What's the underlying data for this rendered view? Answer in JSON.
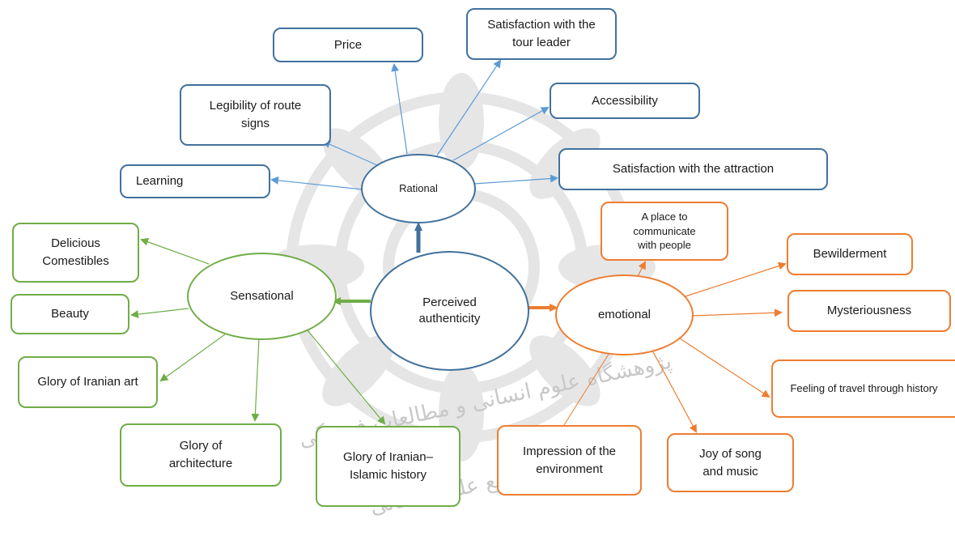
{
  "center": {
    "label": "Perceived authenticity"
  },
  "categories": {
    "rational": "Rational",
    "sensational": "Sensational",
    "emotional": "emotional"
  },
  "rational_items": {
    "price": "Price",
    "tour_leader": "Satisfaction with the tour leader",
    "accessibility": "Accessibility",
    "route_signs": "Legibility of route signs",
    "learning": "Learning",
    "attraction": "Satisfaction with the attraction"
  },
  "sensational_items": {
    "comestibles": "Delicious Comestibles",
    "beauty": "Beauty",
    "iranian_art": "Glory of Iranian art",
    "architecture": "Glory of architecture",
    "islamic_history": "Glory of Iranian–Islamic history"
  },
  "emotional_items": {
    "communicate": "A place to communicate with people",
    "bewilderment": "Bewilderment",
    "mysteriousness": "Mysteriousness",
    "travel_history": "Feeling of travel through history",
    "impression": "Impression of the environment",
    "song_music": "Joy of song and music"
  },
  "watermark": {
    "line1": "پژوهشگاه علوم انسانی و مطالعات فرهنگی",
    "line2": "پرتال جامع علوم انسانی"
  },
  "colors": {
    "rational": "#5b9bd5",
    "rational_border": "#41719c",
    "sensational": "#70ad47",
    "emotional": "#ed7d31"
  }
}
